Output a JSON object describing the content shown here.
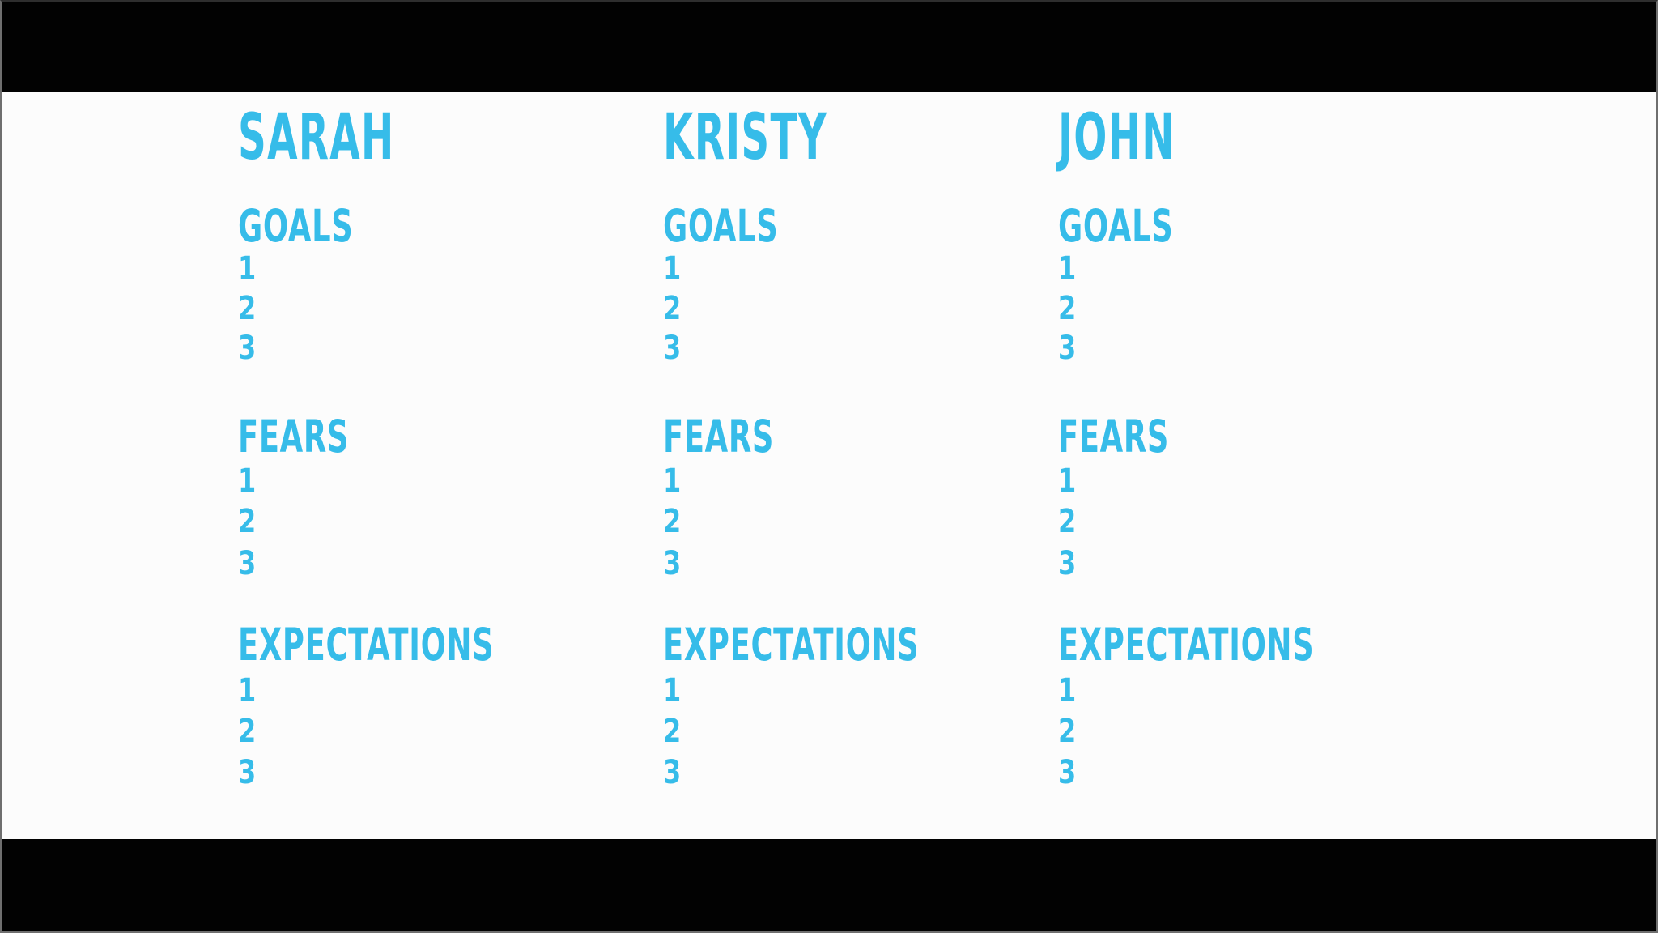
{
  "frame": {
    "board_background": "#fcfcfc",
    "letterbox_color": "#020202",
    "ink_color": "#36bce9"
  },
  "columns": [
    {
      "name": "SARAH",
      "sections": [
        {
          "title": "GOALS",
          "items": [
            "1",
            "2",
            "3"
          ]
        },
        {
          "title": "FEARS",
          "items": [
            "1",
            "2",
            "3"
          ]
        },
        {
          "title": "EXPECTATIONS",
          "items": [
            "1",
            "2",
            "3"
          ]
        }
      ]
    },
    {
      "name": "KRISTY",
      "sections": [
        {
          "title": "GOALS",
          "items": [
            "1",
            "2",
            "3"
          ]
        },
        {
          "title": "FEARS",
          "items": [
            "1",
            "2",
            "3"
          ]
        },
        {
          "title": "EXPECTATIONS",
          "items": [
            "1",
            "2",
            "3"
          ]
        }
      ]
    },
    {
      "name": "JOHN",
      "sections": [
        {
          "title": "GOALS",
          "items": [
            "1",
            "2",
            "3"
          ]
        },
        {
          "title": "FEARS",
          "items": [
            "1",
            "2",
            "3"
          ]
        },
        {
          "title": "EXPECTATIONS",
          "items": [
            "1",
            "2",
            "3"
          ]
        }
      ]
    }
  ]
}
